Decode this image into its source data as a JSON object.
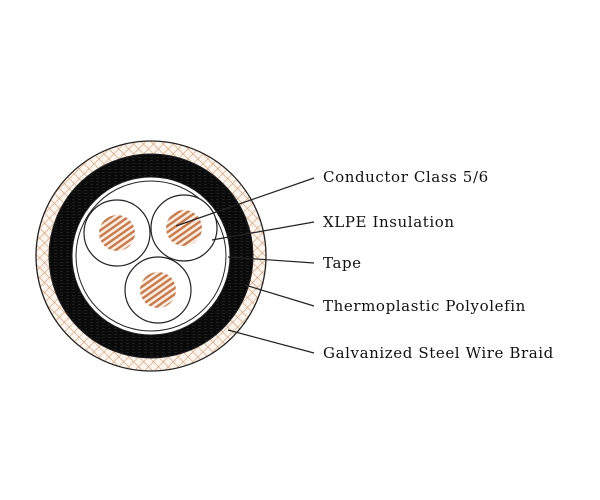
{
  "labels": {
    "conductor": "Conductor Class 5/6",
    "insulation": "XLPE Insulation",
    "tape": "Tape",
    "sheath": "Thermoplastic Polyolefin",
    "braid": "Galvanized Steel Wire Braid"
  },
  "colors": {
    "copper": "#c9794a",
    "braid": "#d9a67f",
    "sheath": "#0a0a0a"
  }
}
